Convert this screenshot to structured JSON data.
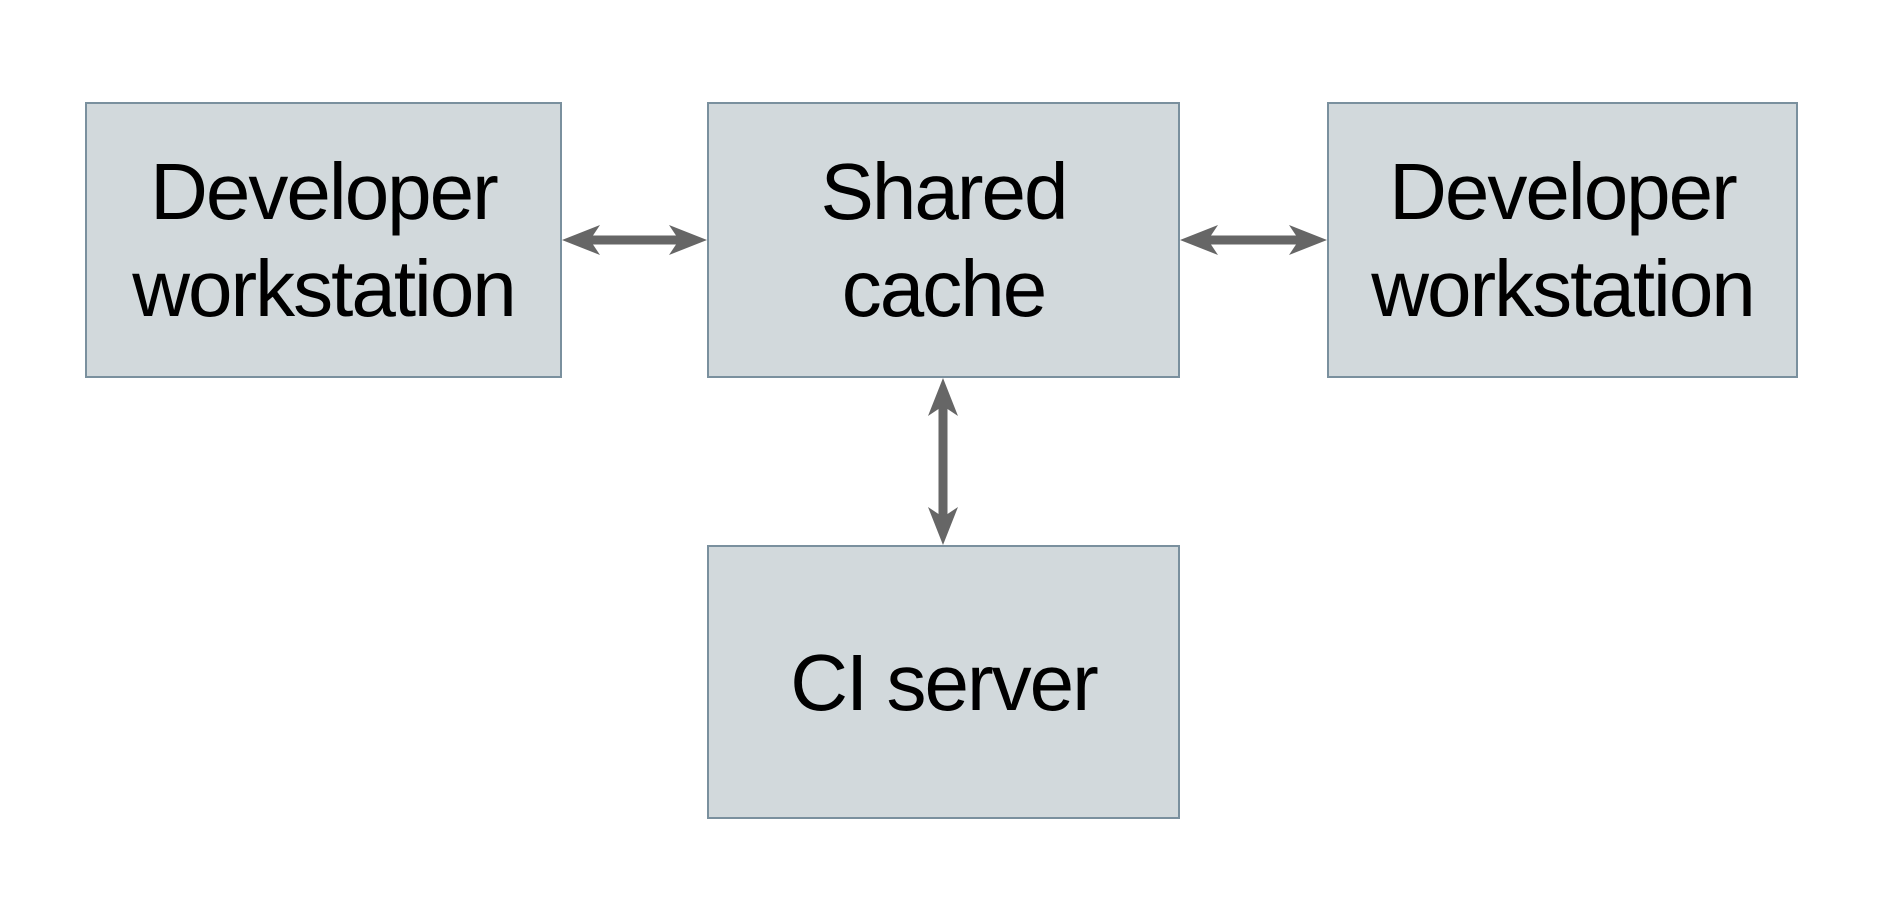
{
  "diagram": {
    "nodes": [
      {
        "id": "developer-workstation-left",
        "label": "Developer\nworkstation"
      },
      {
        "id": "shared-cache",
        "label": "Shared\ncache"
      },
      {
        "id": "developer-workstation-right",
        "label": "Developer\nworkstation"
      },
      {
        "id": "ci-server",
        "label": "CI server"
      }
    ],
    "edges": [
      {
        "from": "developer-workstation-left",
        "to": "shared-cache",
        "style": "double-headed-arrow"
      },
      {
        "from": "shared-cache",
        "to": "developer-workstation-right",
        "style": "double-headed-arrow"
      },
      {
        "from": "shared-cache",
        "to": "ci-server",
        "style": "double-headed-arrow"
      }
    ],
    "colors": {
      "node_fill": "#d2d9dc",
      "node_border": "#7a909e",
      "arrow": "#666666",
      "text": "#000000",
      "background": "#ffffff"
    }
  }
}
